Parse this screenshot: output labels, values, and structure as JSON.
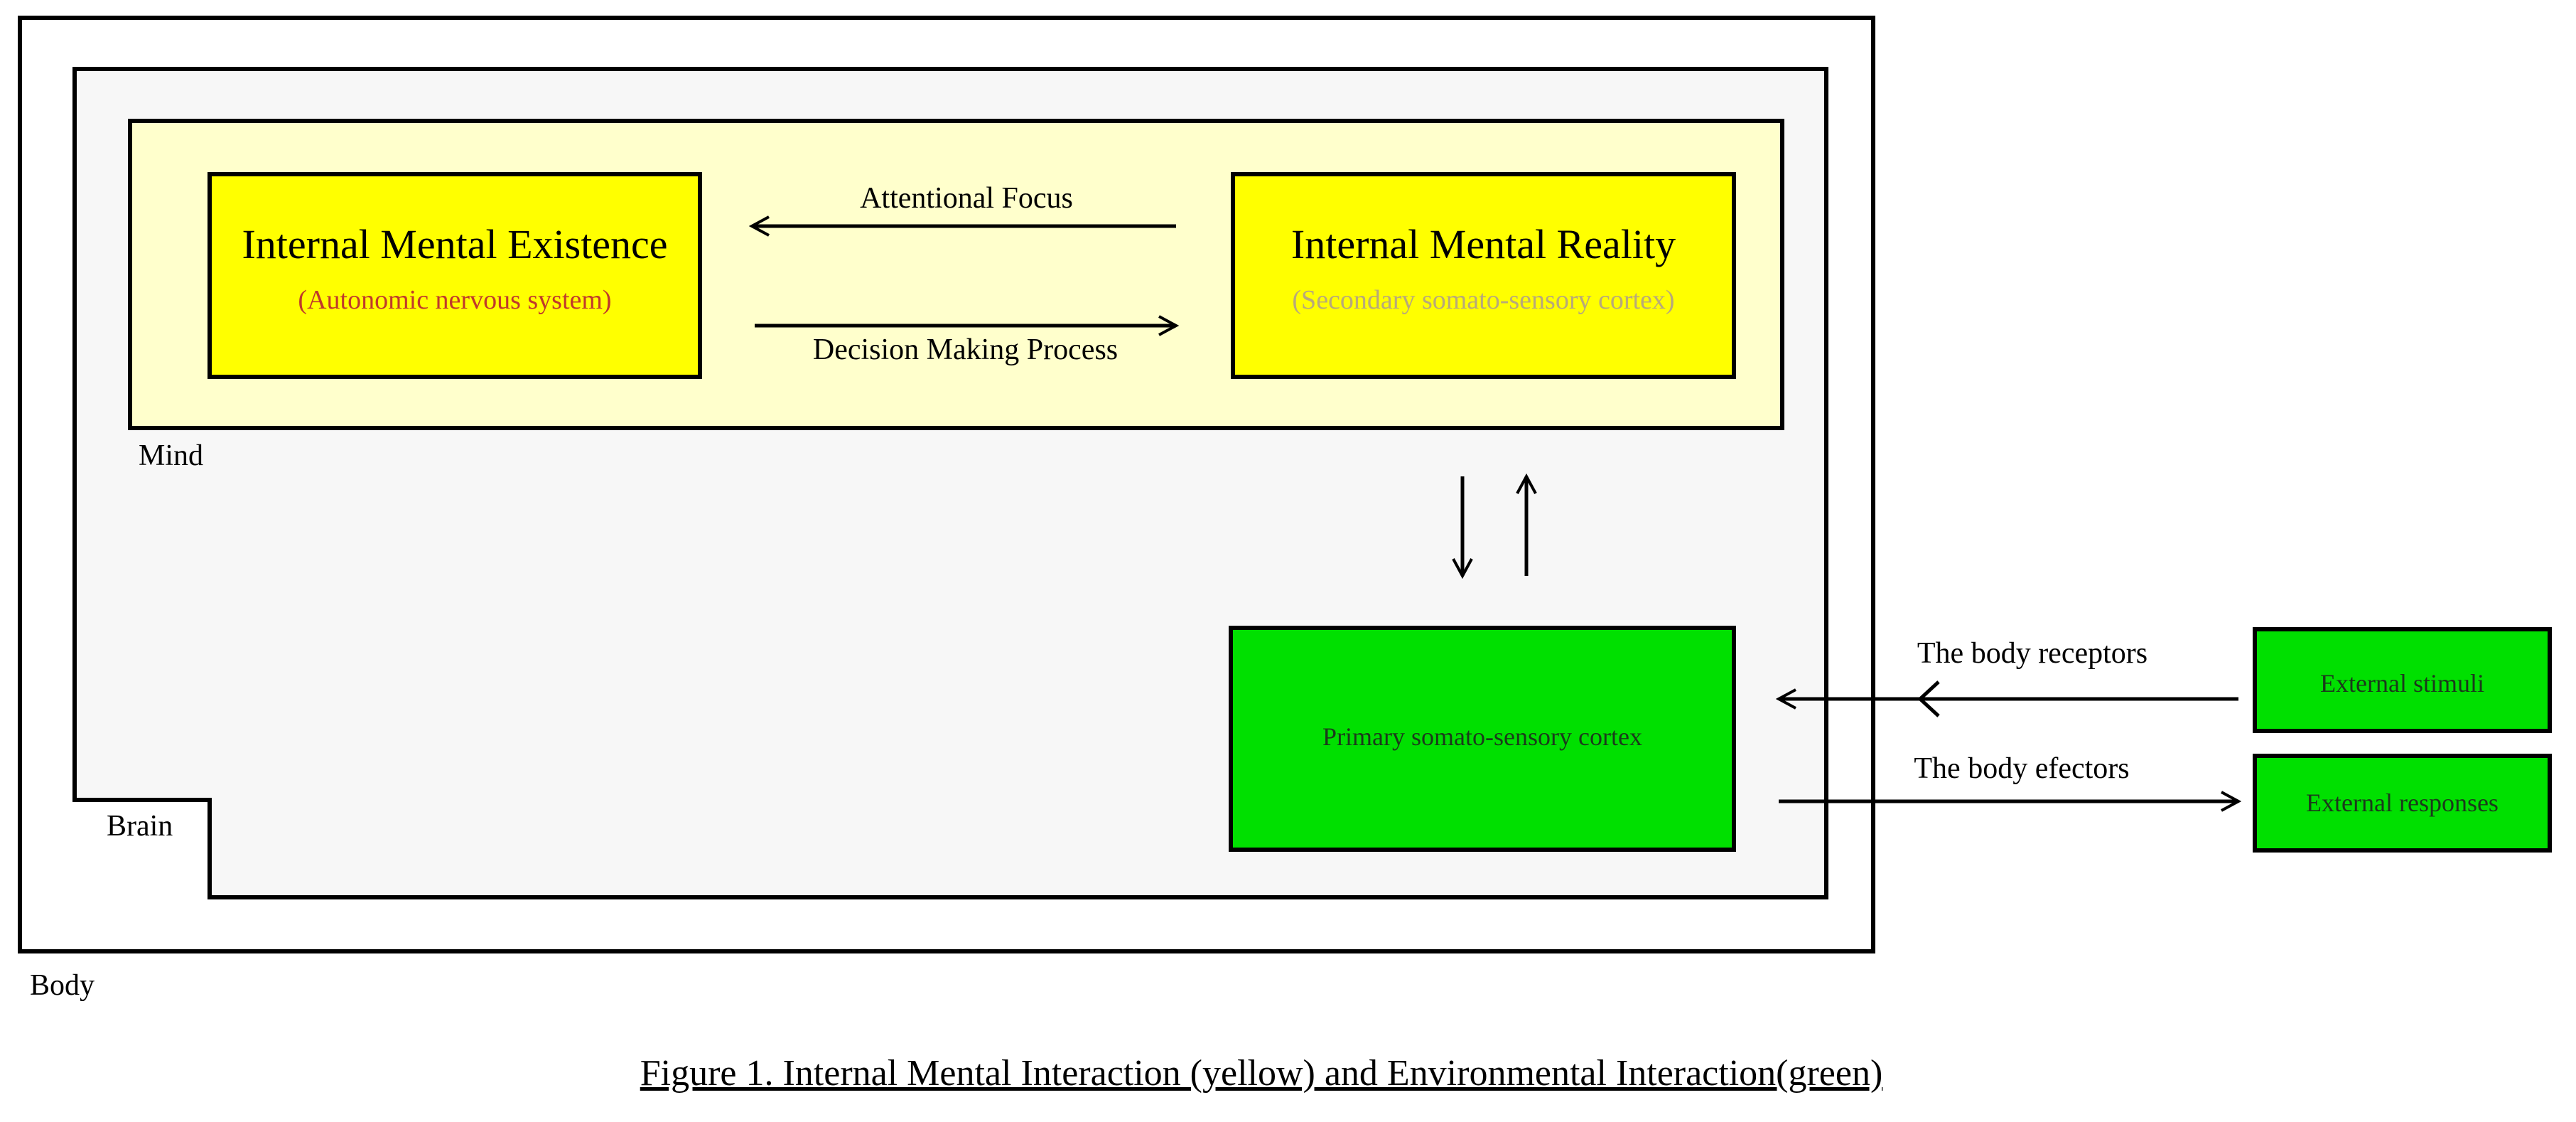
{
  "regions": {
    "body_label": "Body",
    "brain_label": "Brain",
    "mind_label": "Mind"
  },
  "boxes": {
    "existence": {
      "title": "Internal Mental Existence",
      "subtitle": "(Autonomic nervous system)",
      "subtitle_color": "#c0392b"
    },
    "reality": {
      "title": "Internal Mental Reality",
      "subtitle": "(Secondary somato-sensory cortex)",
      "subtitle_color": "#b8a97a"
    },
    "primary": {
      "label": "Primary somato-sensory cortex"
    },
    "stimuli": {
      "label": "External stimuli"
    },
    "responses": {
      "label": "External responses"
    }
  },
  "flows": {
    "attentional_focus": "Attentional Focus",
    "decision_making": "Decision Making Process",
    "body_receptors": "The body receptors",
    "body_efectors": "The body efectors"
  },
  "caption": "Figure 1. Internal Mental Interaction (yellow) and Environmental Interaction(green)",
  "colors": {
    "yellow_box": "#ffff00",
    "mind_background": "#ffffcc",
    "brain_background": "#f7f7f7",
    "green_box": "#00e000"
  }
}
